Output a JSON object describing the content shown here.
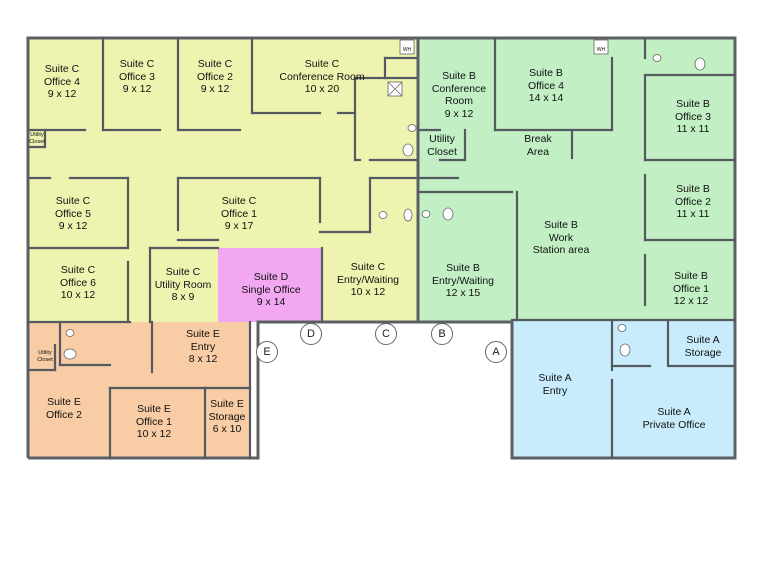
{
  "colors": {
    "suite_c": "#eef4b0",
    "suite_b": "#c2efc4",
    "suite_a": "#c8ecfb",
    "suite_d": "#f1a8f1",
    "suite_e": "#f8cca4",
    "walls": "#555a60"
  },
  "rooms": {
    "c_office4": {
      "line1": "Suite C",
      "line2": "Office 4",
      "line3": "9 x 12"
    },
    "c_office3": {
      "line1": "Suite C",
      "line2": "Office 3",
      "line3": "9 x 12"
    },
    "c_office2": {
      "line1": "Suite C",
      "line2": "Office 2",
      "line3": "9 x 12"
    },
    "c_conference": {
      "line1": "Suite C",
      "line2": "Conference Room",
      "line3": "10 x 20"
    },
    "c_utility_closet": {
      "line1": "Utility",
      "line2": "Closet"
    },
    "c_office5": {
      "line1": "Suite C",
      "line2": "Office 5",
      "line3": "9 x 12"
    },
    "c_office1": {
      "line1": "Suite C",
      "line2": "Office 1",
      "line3": "9 x 17"
    },
    "c_office6": {
      "line1": "Suite C",
      "line2": "Office 6",
      "line3": "10 x 12"
    },
    "c_utility_room": {
      "line1": "Suite C",
      "line2": "Utility Room",
      "line3": "8 x 9"
    },
    "c_entry": {
      "line1": "Suite C",
      "line2": "Entry/Waiting",
      "line3": "10 x 12"
    },
    "d_single": {
      "line1": "Suite D",
      "line2": "Single Office",
      "line3": "9 x 14"
    },
    "b_conference": {
      "line1": "Suite B",
      "line2": "Conference",
      "line3": "Room",
      "line4": "9 x 12"
    },
    "b_office4": {
      "line1": "Suite B",
      "line2": "Office 4",
      "line3": "14 x 14"
    },
    "b_office3": {
      "line1": "Suite B",
      "line2": "Office 3",
      "line3": "11 x 11"
    },
    "b_utility_closet": {
      "line1": "Utility",
      "line2": "Closet"
    },
    "b_break": {
      "line1": "Break",
      "line2": "Area"
    },
    "b_workstation": {
      "line1": "Suite B",
      "line2": "Work",
      "line3": "Station area"
    },
    "b_office2": {
      "line1": "Suite B",
      "line2": "Office 2",
      "line3": "11 x 11"
    },
    "b_entry": {
      "line1": "Suite B",
      "line2": "Entry/Waiting",
      "line3": "12 x 15"
    },
    "b_office1": {
      "line1": "Suite B",
      "line2": "Office 1",
      "line3": "12 x 12"
    },
    "a_storage": {
      "line1": "Suite A",
      "line2": "Storage"
    },
    "a_entry": {
      "line1": "Suite A",
      "line2": "Entry"
    },
    "a_private": {
      "line1": "Suite A",
      "line2": "Private Office"
    },
    "e_entry": {
      "line1": "Suite E",
      "line2": "Entry",
      "line3": "8  x 12"
    },
    "e_utility_closet": {
      "line1": "Utility",
      "line2": "Closet"
    },
    "e_office2": {
      "line1": "Suite E",
      "line2": "Office 2"
    },
    "e_office1": {
      "line1": "Suite E",
      "line2": "Office 1",
      "line3": "10 x 12"
    },
    "e_storage": {
      "line1": "Suite E",
      "line2": "Storage",
      "line3": "6 x 10"
    }
  },
  "entrances": {
    "a": "A",
    "b": "B",
    "c": "C",
    "d": "D",
    "e": "E"
  },
  "water_heater": "WH"
}
